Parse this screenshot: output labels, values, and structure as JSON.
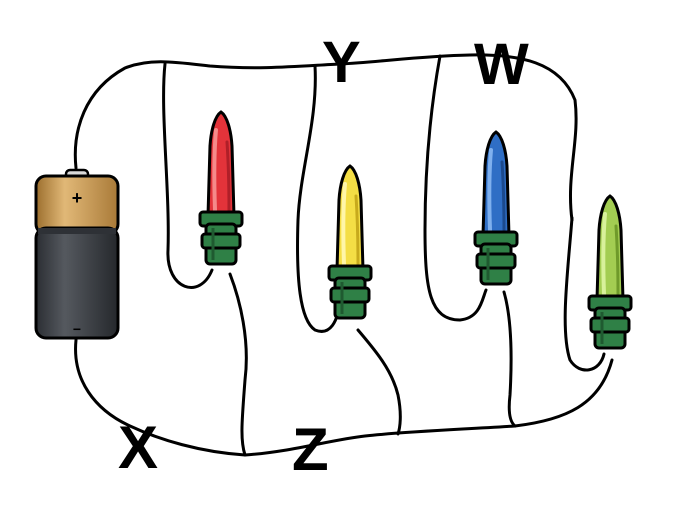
{
  "labels": {
    "x": "X",
    "y": "Y",
    "z": "Z",
    "w": "W"
  },
  "battery": {
    "positive": "+",
    "negative": "−"
  },
  "bulbs": [
    {
      "name": "red",
      "color": "#e3333a",
      "highlight": "#f58a8a",
      "shadow": "#b01f28"
    },
    {
      "name": "yellow",
      "color": "#f4de45",
      "highlight": "#fff6a8",
      "shadow": "#c7aa1c"
    },
    {
      "name": "blue",
      "color": "#2f6ec5",
      "highlight": "#7fb0ee",
      "shadow": "#1c4a8e"
    },
    {
      "name": "green",
      "color": "#a3cd52",
      "highlight": "#d8f19b",
      "shadow": "#6f9a2a"
    }
  ],
  "colors": {
    "wire": "#000000",
    "socket": "#2f8046",
    "socket_dark": "#1f5a30",
    "battery_top": "#c89a52",
    "battery_body": "#3a3d42"
  }
}
